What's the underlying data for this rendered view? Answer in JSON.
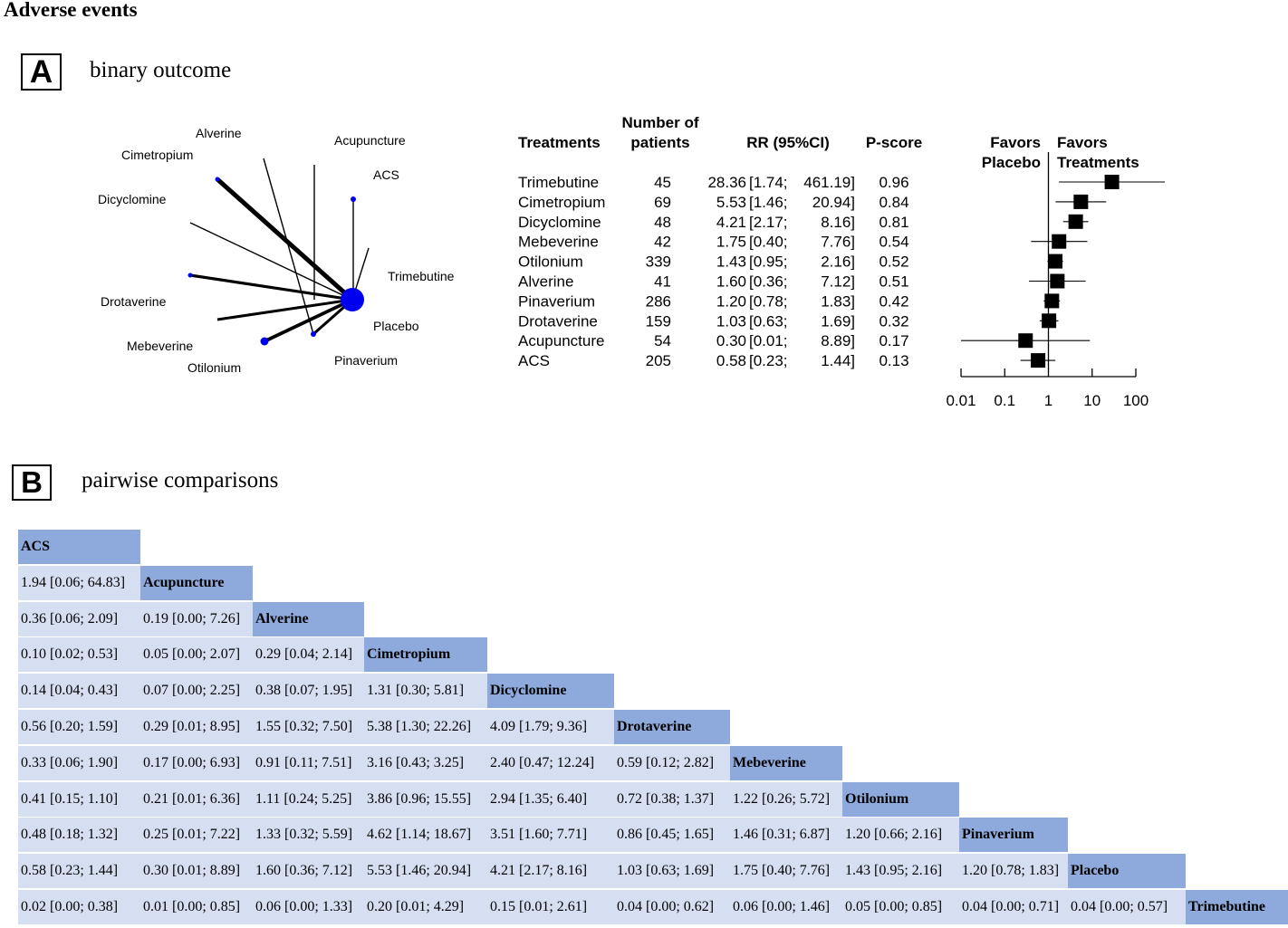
{
  "title": "Adverse events",
  "panelA": {
    "letter": "A",
    "title": "binary outcome",
    "network": {
      "labels": [
        "Alverine",
        "Acupuncture",
        "Cimetropium",
        "ACS",
        "Dicyclomine",
        "Trimebutine",
        "Drotaverine",
        "Placebo",
        "Mebeverine",
        "Otilonium",
        "Pinaverium"
      ]
    },
    "table": {
      "headers": {
        "treatments": "Treatments",
        "n_line1": "Number of",
        "n_line2": "patients",
        "rr": "RR (95%CI)",
        "pscore": "P-score",
        "favors_placebo_1": "Favors",
        "favors_placebo_2": "Placebo",
        "favors_treat_1": "Favors",
        "favors_treat_2": "Treatments"
      },
      "rows": [
        {
          "treatment": "Trimebutine",
          "n": "45",
          "rr": "28.36",
          "ci_lo": "[1.74;",
          "ci_hi": "461.19]",
          "pscore": "0.96"
        },
        {
          "treatment": "Cimetropium",
          "n": "69",
          "rr": "5.53",
          "ci_lo": "[1.46;",
          "ci_hi": "20.94]",
          "pscore": "0.84"
        },
        {
          "treatment": "Dicyclomine",
          "n": "48",
          "rr": "4.21",
          "ci_lo": "[2.17;",
          "ci_hi": "8.16]",
          "pscore": "0.81"
        },
        {
          "treatment": "Mebeverine",
          "n": "42",
          "rr": "1.75",
          "ci_lo": "[0.40;",
          "ci_hi": "7.76]",
          "pscore": "0.54"
        },
        {
          "treatment": "Otilonium",
          "n": "339",
          "rr": "1.43",
          "ci_lo": "[0.95;",
          "ci_hi": "2.16]",
          "pscore": "0.52"
        },
        {
          "treatment": "Alverine",
          "n": "41",
          "rr": "1.60",
          "ci_lo": "[0.36;",
          "ci_hi": "7.12]",
          "pscore": "0.51"
        },
        {
          "treatment": "Pinaverium",
          "n": "286",
          "rr": "1.20",
          "ci_lo": "[0.78;",
          "ci_hi": "1.83]",
          "pscore": "0.42"
        },
        {
          "treatment": "Drotaverine",
          "n": "159",
          "rr": "1.03",
          "ci_lo": "[0.63;",
          "ci_hi": "1.69]",
          "pscore": "0.32"
        },
        {
          "treatment": "Acupuncture",
          "n": "54",
          "rr": "0.30",
          "ci_lo": "[0.01;",
          "ci_hi": "8.89]",
          "pscore": "0.17"
        },
        {
          "treatment": "ACS",
          "n": "205",
          "rr": "0.58",
          "ci_lo": "[0.23;",
          "ci_hi": "1.44]",
          "pscore": "0.13"
        }
      ]
    }
  },
  "chart_data": {
    "type": "forest",
    "scale": "log",
    "xlim": [
      0.01,
      100
    ],
    "ticks": [
      0.01,
      0.1,
      1,
      10,
      100
    ],
    "tick_labels": [
      "0.01",
      "0.1",
      "1",
      "10",
      "100"
    ],
    "reference_line": 1,
    "left_label": "Favors Placebo",
    "right_label": "Favors Treatments",
    "categories": [
      "Trimebutine",
      "Cimetropium",
      "Dicyclomine",
      "Mebeverine",
      "Otilonium",
      "Alverine",
      "Pinaverium",
      "Drotaverine",
      "Acupuncture",
      "ACS"
    ],
    "estimates": [
      28.36,
      5.53,
      4.21,
      1.75,
      1.43,
      1.6,
      1.2,
      1.03,
      0.3,
      0.58
    ],
    "lower": [
      1.74,
      1.46,
      2.17,
      0.4,
      0.95,
      0.36,
      0.78,
      0.63,
      0.01,
      0.23
    ],
    "upper": [
      461.19,
      20.94,
      8.16,
      7.76,
      2.16,
      7.12,
      1.83,
      1.69,
      8.89,
      1.44
    ]
  },
  "panelB": {
    "letter": "B",
    "title": "pairwise comparisons",
    "treatments": [
      "ACS",
      "Acupuncture",
      "Alverine",
      "Cimetropium",
      "Dicyclomine",
      "Drotaverine",
      "Mebeverine",
      "Otilonium",
      "Pinaverium",
      "Placebo",
      "Trimebutine"
    ],
    "rows": [
      [],
      [
        "1.94 [0.06; 64.83]"
      ],
      [
        "0.36 [0.06; 2.09]",
        "0.19 [0.00; 7.26]"
      ],
      [
        "0.10 [0.02; 0.53]",
        "0.05 [0.00; 2.07]",
        "0.29 [0.04; 2.14]"
      ],
      [
        "0.14 [0.04; 0.43]",
        "0.07 [0.00; 2.25]",
        "0.38 [0.07; 1.95]",
        "1.31 [0.30; 5.81]"
      ],
      [
        "0.56 [0.20; 1.59]",
        "0.29 [0.01; 8.95]",
        "1.55 [0.32; 7.50]",
        "5.38 [1.30; 22.26]",
        "4.09 [1.79; 9.36]"
      ],
      [
        "0.33 [0.06; 1.90]",
        "0.17 [0.00; 6.93]",
        "0.91 [0.11; 7.51]",
        "3.16 [0.43; 3.25]",
        "2.40 [0.47; 12.24]",
        "0.59 [0.12; 2.82]"
      ],
      [
        "0.41 [0.15; 1.10]",
        "0.21 [0.01; 6.36]",
        "1.11 [0.24; 5.25]",
        "3.86 [0.96; 15.55]",
        "2.94 [1.35; 6.40]",
        "0.72 [0.38; 1.37]",
        "1.22 [0.26; 5.72]"
      ],
      [
        "0.48 [0.18; 1.32]",
        "0.25 [0.01; 7.22]",
        "1.33 [0.32; 5.59]",
        "4.62 [1.14; 18.67]",
        "3.51 [1.60; 7.71]",
        "0.86 [0.45; 1.65]",
        "1.46 [0.31; 6.87]",
        "1.20 [0.66; 2.16]"
      ],
      [
        "0.58 [0.23; 1.44]",
        "0.30 [0.01; 8.89]",
        "1.60 [0.36; 7.12]",
        "5.53 [1.46; 20.94]",
        "4.21 [2.17; 8.16]",
        "1.03 [0.63; 1.69]",
        "1.75 [0.40; 7.76]",
        "1.43 [0.95; 2.16]",
        "1.20 [0.78; 1.83]"
      ],
      [
        "0.02 [0.00; 0.38]",
        "0.01 [0.00; 0.85]",
        "0.06 [0.00; 1.33]",
        "0.20 [0.01; 4.29]",
        "0.15 [0.01; 2.61]",
        "0.04 [0.00; 0.62]",
        "0.06 [0.00; 1.46]",
        "0.05 [0.00; 0.85]",
        "0.04 [0.00; 0.71]",
        "0.04 [0.00; 0.57]"
      ]
    ]
  }
}
